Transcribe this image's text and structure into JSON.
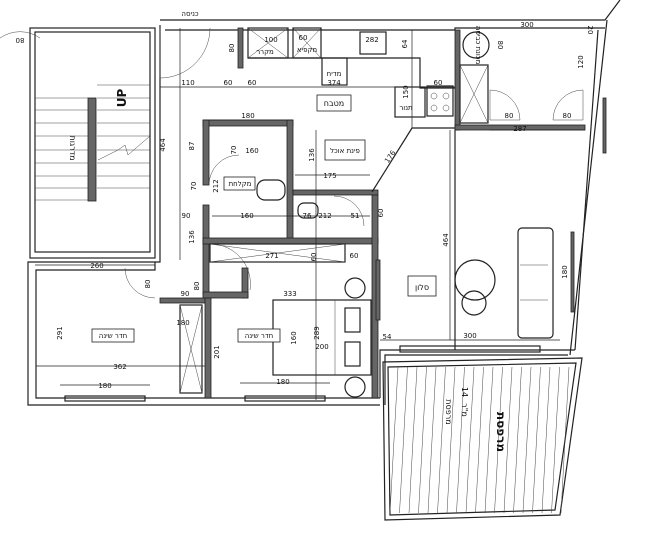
{
  "rooms": {
    "entrance": "כניסה",
    "fridge": "מקרר",
    "freezer": "מקפיא",
    "washer": "מכונת כביסה",
    "dishwasher": "מדיח",
    "kitchen": "מטבח",
    "oven": "תנור",
    "dining": "פינת אוכל",
    "shower": "מקלחת",
    "bedroom1": "חדר שינה",
    "bedroom2": "חדר שינה",
    "living": "סלון",
    "balcony": "מרפסת",
    "balcony_small": "מרפסת",
    "balcony_area_num": "14",
    "balcony_area_unit": "מ\"ר",
    "stairs": "מדרגות",
    "up": "UP"
  },
  "dims": [
    "80",
    "110",
    "60",
    "60",
    "180",
    "100",
    "60",
    "80",
    "282",
    "64",
    "374",
    "150",
    "60",
    "300",
    "20",
    "80",
    "120",
    "80",
    "80",
    "287",
    "87",
    "70",
    "160",
    "136",
    "176",
    "175",
    "70",
    "212",
    "90",
    "160",
    "76",
    "212",
    "51",
    "60",
    "136",
    "271",
    "60",
    "60",
    "260",
    "80",
    "80",
    "90",
    "333",
    "180",
    "291",
    "201",
    "160",
    "289",
    "200",
    "362",
    "180",
    "180",
    "54",
    "464",
    "180",
    "300",
    "464"
  ]
}
